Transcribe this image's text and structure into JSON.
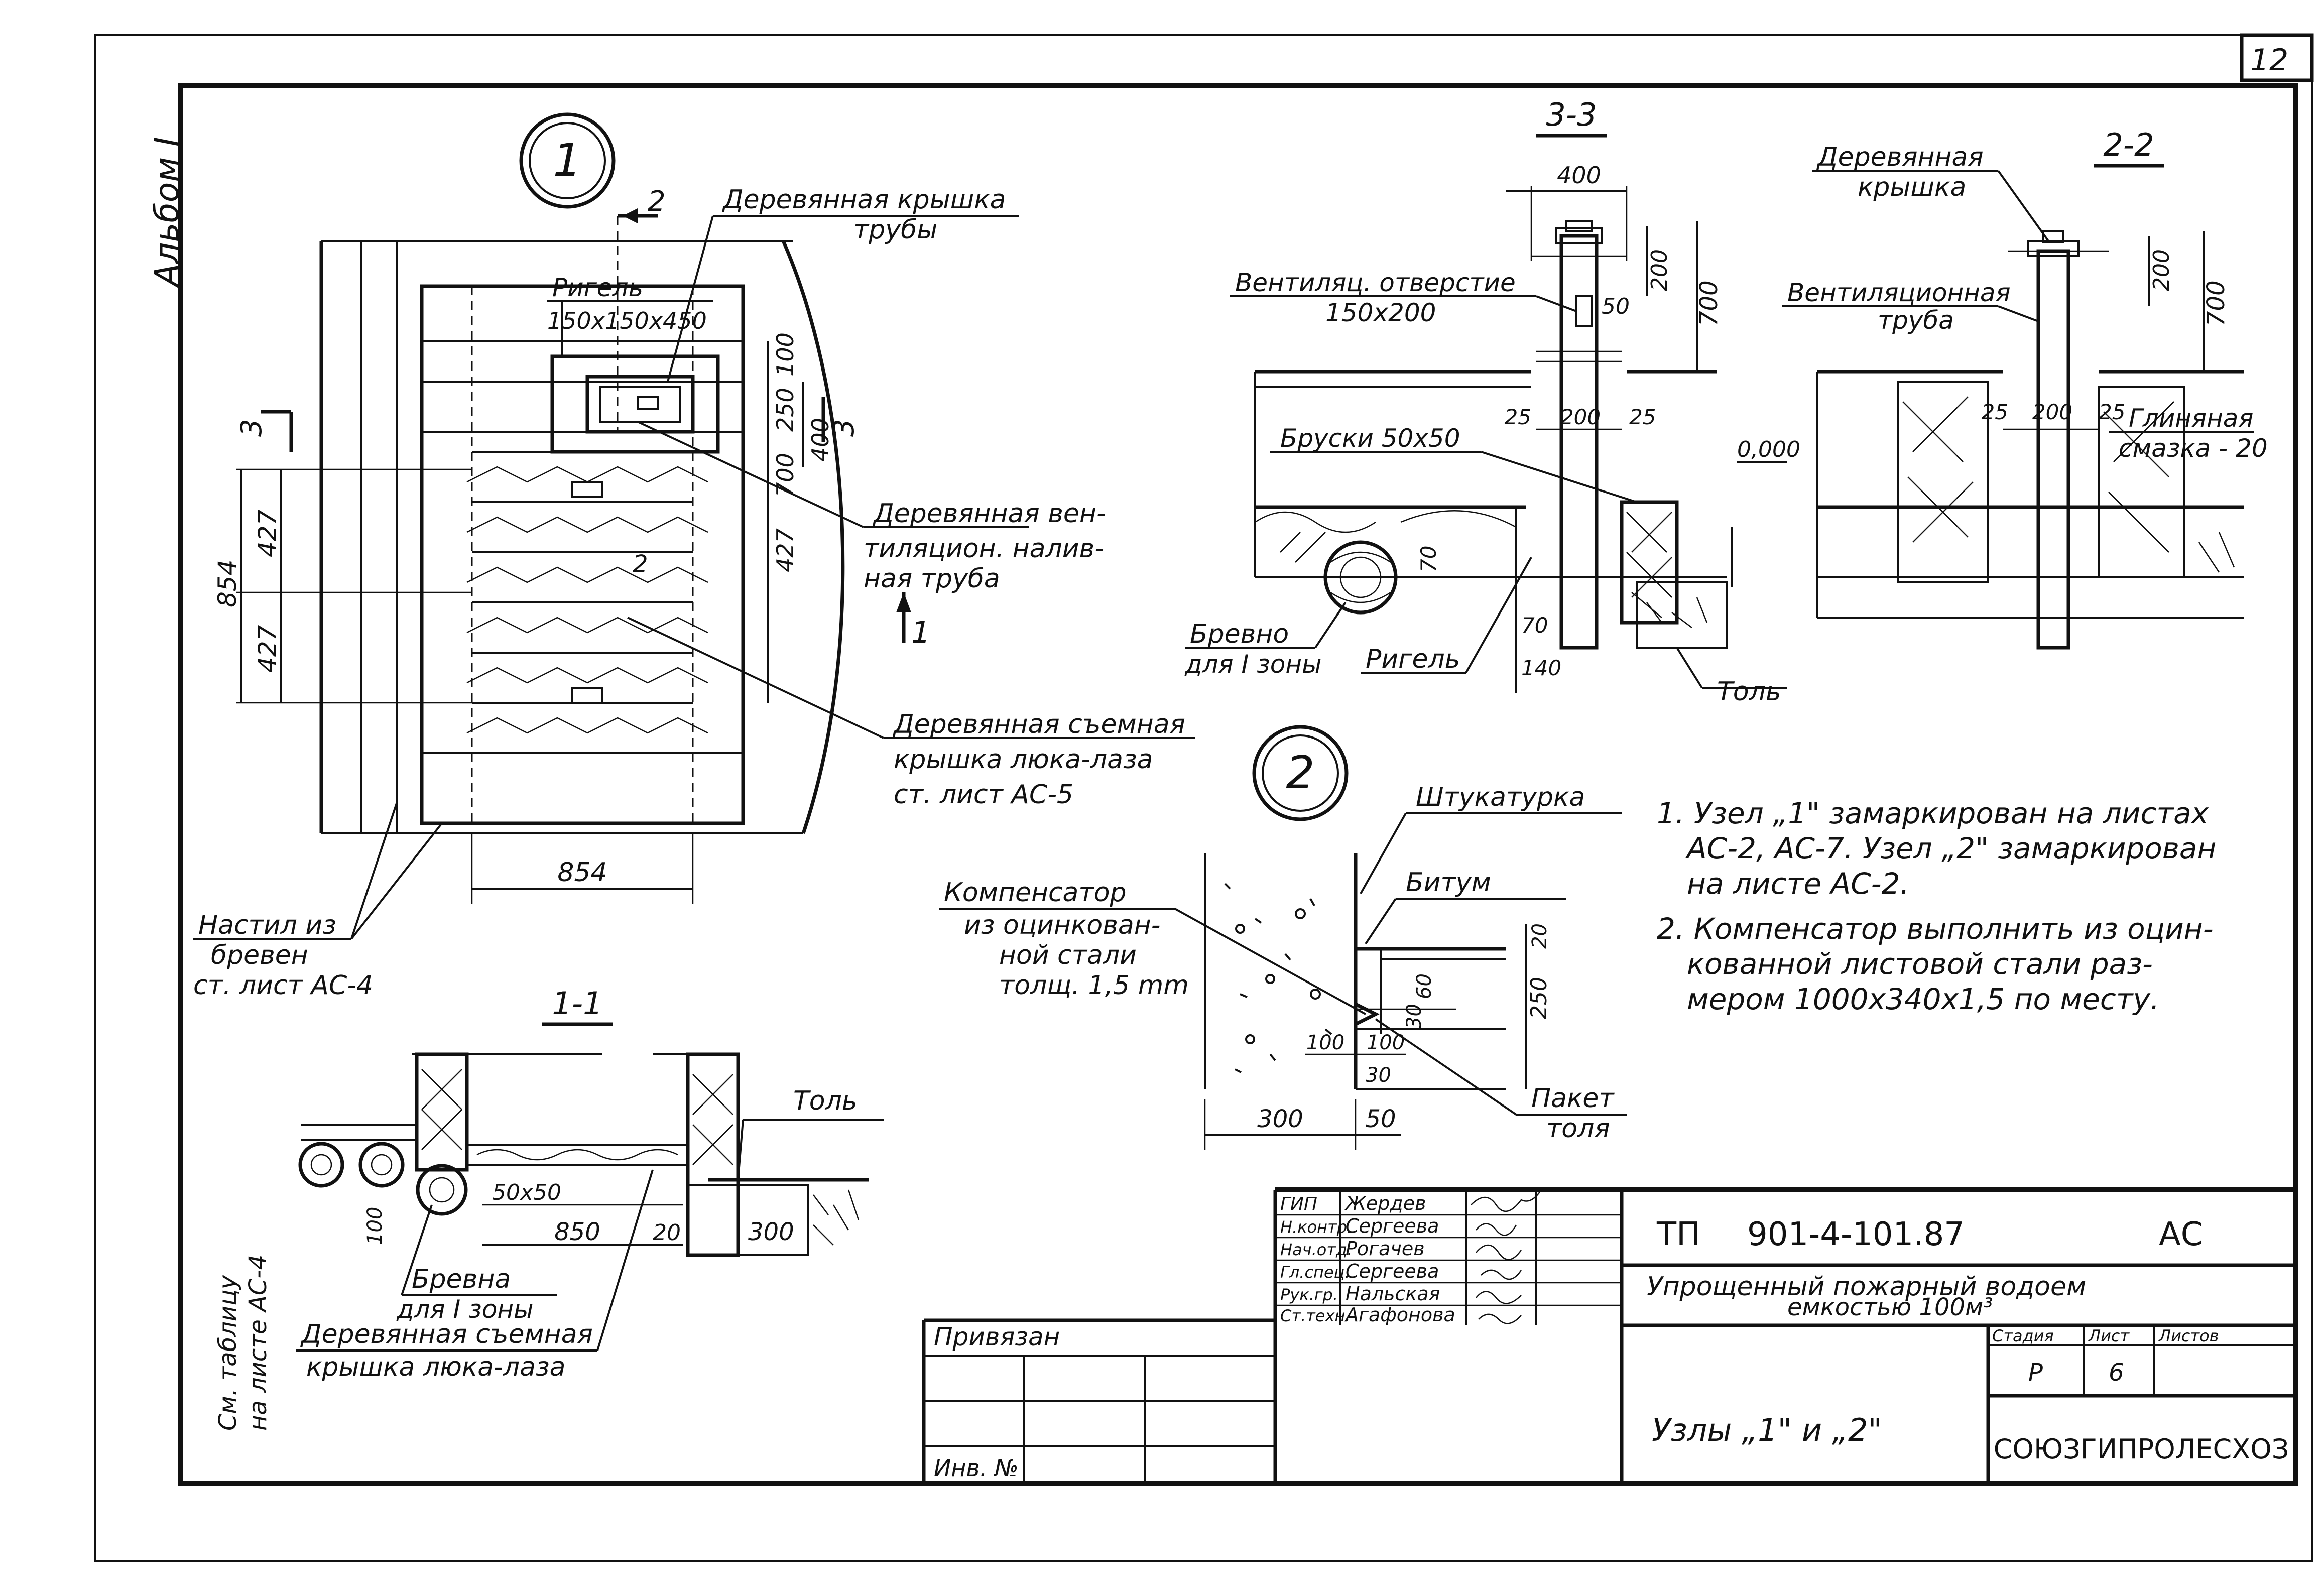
{
  "page_number": "12",
  "album": "Альбом I",
  "node1": {
    "marker": "1",
    "cut2": "2",
    "cut3a": "3",
    "cut3b": "3",
    "cut1": "1",
    "dim_854_top": "854",
    "dim_854_bottom": "854",
    "dim_427a": "427",
    "dim_427b": "427",
    "dim_427c": "427",
    "dim_100": "100",
    "dim_250": "250",
    "dim_400": "400",
    "dim_700": "700",
    "plank2": "2",
    "cap_lid_l1": "Деревянная крышка",
    "cap_lid_l2": "трубы",
    "cap_rigel_l1": "Ригель",
    "cap_rigel_l2": "150x150x450",
    "cap_pipe_l1": "Деревянная вен-",
    "cap_pipe_l2": "тиляцион. налив-",
    "cap_pipe_l3": "ная труба",
    "cap_hatch_l1": "Деревянная съемная",
    "cap_hatch_l2": "крышка люка-лаза",
    "cap_hatch_l3": "ст. лист АС-5",
    "cap_deck_l1": "Настил из",
    "cap_deck_l2": "бревен",
    "cap_deck_l3": "ст. лист АС-4"
  },
  "section33": {
    "title": "3-3",
    "dim_400": "400",
    "dim_200": "200",
    "dim_700": "700",
    "dim_50": "50",
    "dim_25a": "25",
    "dim_200b": "200",
    "dim_25b": "25",
    "dim_70a": "70",
    "dim_70b": "70",
    "dim_140": "140",
    "level": "0,000",
    "cap_vent_l1": "Вентиляц. отверстие",
    "cap_vent_l2": "150x200",
    "cap_bars": "Бруски 50x50",
    "cap_log_l1": "Бревно",
    "cap_log_l2": "для I зоны",
    "cap_rigel": "Ригель",
    "cap_tol": "Толь"
  },
  "section22": {
    "title": "2-2",
    "cap_lid_l1": "Деревянная",
    "cap_lid_l2": "крышка",
    "cap_pipe_l1": "Вентиляционная",
    "cap_pipe_l2": "труба",
    "dim_200": "200",
    "dim_700": "700",
    "dim_25a": "25",
    "dim_200b": "200",
    "dim_25b": "25",
    "cap_clay_l1": "Глиняная",
    "cap_clay_l2": "смазка - 20"
  },
  "section11": {
    "title": "1-1",
    "cap_tol": "Толь",
    "dim_50x50": "50x50",
    "dim_850": "850",
    "dim_20": "20",
    "dim_300": "300",
    "dim_100": "100",
    "cap_log_l1": "Бревна",
    "cap_log_l2": "для I зоны",
    "cap_hatch_l1": "Деревянная съемная",
    "cap_hatch_l2": "крышка люка-лаза",
    "cap_side_l1": "См. таблицу",
    "cap_side_l2": "на листе АС-4"
  },
  "node2": {
    "marker": "2",
    "cap_plaster": "Штукатурка",
    "cap_bitumen": "Битум",
    "cap_comp_l1": "Компенсатор",
    "cap_comp_l2": "из оцинкован-",
    "cap_comp_l3": "ной стали",
    "cap_comp_l4": "толщ. 1,5 mm",
    "cap_pack_l1": "Пакет",
    "cap_pack_l2": "толя",
    "dim_20": "20",
    "dim_250": "250",
    "dim_60": "60",
    "dim_30a": "30",
    "dim_100a": "100",
    "dim_100b": "100",
    "dim_30b": "30",
    "dim_300": "300",
    "dim_50": "50"
  },
  "notes": [
    "1. Узел „1\" замаркирован на листах",
    "АС-2, АС-7. Узел „2\" замаркирован",
    "на листе АС-2.",
    "2. Компенсатор выполнить из оцин-",
    "кованной листовой стали раз-",
    "мером 1000x340x1,5 по месту."
  ],
  "stamp": {
    "roles": [
      "ГИП",
      "Н.контр.",
      "Нач.отд.",
      "Гл.спец.",
      "Рук.гр.",
      "Ст.техн."
    ],
    "names": [
      "Жердев",
      "Сергеева",
      "Рогачев",
      "Сергеева",
      "Нальская",
      "Агафонова"
    ],
    "doc_code_prefix": "ТП",
    "doc_code": "901-4-101.87",
    "doc_mark": "АС",
    "title_l1": "Упрощенный пожарный водоем",
    "title_l2": "емкостью 100м³",
    "col_stage": "Стадия",
    "col_sheet": "Лист",
    "col_sheets": "Листов",
    "stage": "Р",
    "sheet": "6",
    "sheets": "",
    "sheet_name": "Узлы „1\" и „2\"",
    "org": "СОЮЗГИПРОЛЕСХОЗ",
    "bound": "Привязан",
    "inv": "Инв. №"
  }
}
